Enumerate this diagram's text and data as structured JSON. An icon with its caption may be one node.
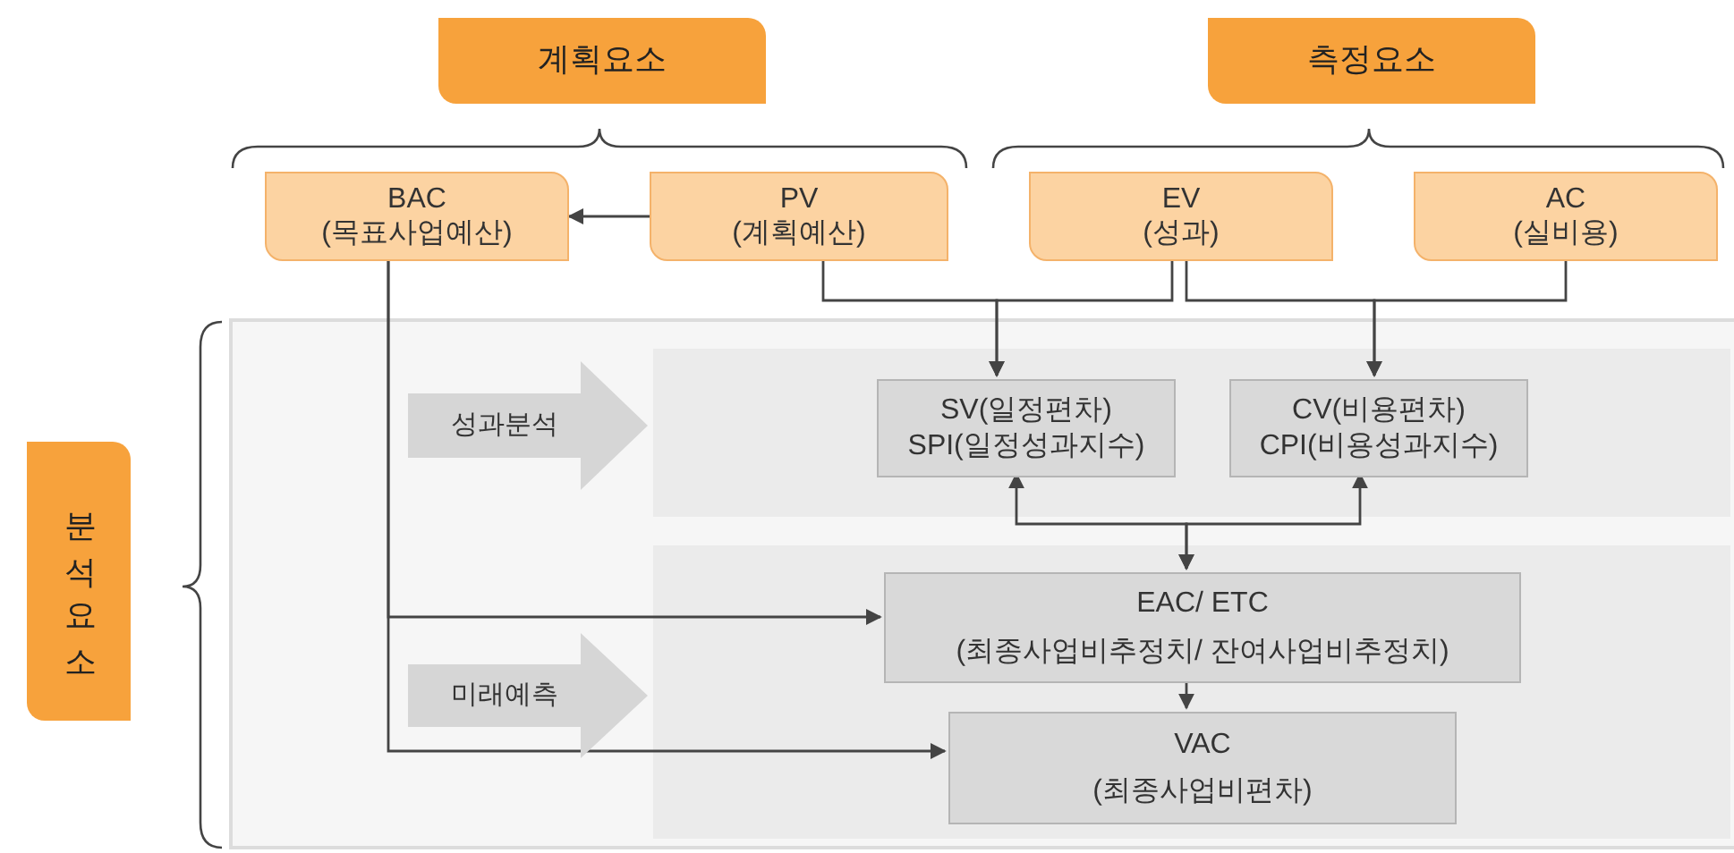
{
  "diagram": {
    "nodes": [
      {
        "text": [
          "계획요소"
        ]
      },
      {
        "text": [
          "측정요소"
        ]
      },
      {
        "text": [
          "BAC",
          "(목표사업예산)"
        ]
      },
      {
        "text": [
          "PV",
          "(계획예산)"
        ]
      },
      {
        "text": [
          "EV",
          "(성과)"
        ]
      },
      {
        "text": [
          "AC",
          "(실비용)"
        ]
      },
      {
        "text": [
          "분석요소"
        ]
      },
      {
        "text": [],
        "shape": "box"
      },
      {
        "text": [
          "성과분석"
        ],
        "in": 7
      },
      {
        "text": [
          "SV(일정편차)",
          "SPI(일정성과지수)"
        ],
        "in": 7
      },
      {
        "text": [
          "CV(비용편차)",
          "CPI(비용성과지수)"
        ],
        "in": 7
      },
      {
        "text": [
          "미래예측"
        ],
        "in": 7
      },
      {
        "text": [
          "EAC/ ETC",
          "(최종사업비추정치/ 잔여사업비추정치)"
        ],
        "in": 7
      },
      {
        "text": [
          "VAC",
          "(최종사업비편차)"
        ],
        "in": 7
      }
    ],
    "edges": [
      {
        "from": 3,
        "to": 2,
        "arrow": "to"
      },
      {
        "from": 3,
        "to": 9,
        "arrow": "to"
      },
      {
        "from": 4,
        "to": 9,
        "arrow": "to"
      },
      {
        "from": 4,
        "to": 10,
        "arrow": "to"
      },
      {
        "from": 5,
        "to": 10,
        "arrow": "to"
      },
      {
        "from": 9,
        "to": 12,
        "arrow": "both"
      },
      {
        "from": 10,
        "to": 12,
        "arrow": "both"
      },
      {
        "from": 12,
        "to": 13,
        "arrow": "to"
      },
      {
        "from": 2,
        "to": 12,
        "arrow": "to"
      },
      {
        "from": 2,
        "to": 13,
        "arrow": "to"
      }
    ]
  }
}
